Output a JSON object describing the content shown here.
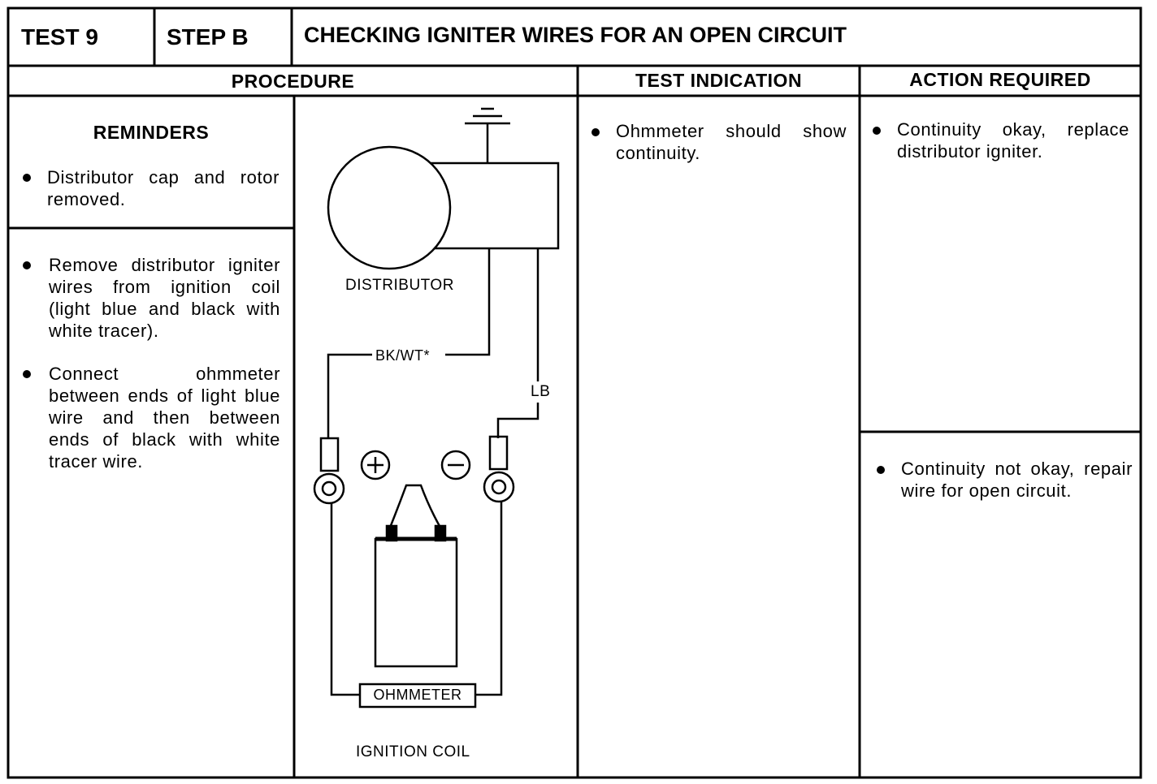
{
  "header": {
    "test": "TEST 9",
    "step": "STEP B",
    "title": "CHECKING IGNITER WIRES FOR AN OPEN CIRCUIT"
  },
  "columns": {
    "procedure": "PROCEDURE",
    "test_indication": "TEST INDICATION",
    "action_required": "ACTION REQUIRED"
  },
  "reminders": {
    "heading": "REMINDERS",
    "item": "Distributor cap and rotor removed."
  },
  "procedure_steps": [
    "Remove distributor igniter wires from ignition coil (light blue and black with white tracer).",
    "Connect ohmmeter between ends of light blue wire and then between ends of black with white tracer wire."
  ],
  "diagram": {
    "distributor_label": "DISTRIBUTOR",
    "bkwt_label": "BK/WT*",
    "lb_label": "LB",
    "ohmmeter_label": "OHMMETER",
    "coil_label": "IGNITION COIL",
    "plus_symbol": "+",
    "minus_symbol": "−"
  },
  "test_indication": "Ohmmeter should show continuity.",
  "actions": [
    "Continuity okay, replace distributor igniter.",
    "Continuity not okay, repair wire for open circuit."
  ]
}
